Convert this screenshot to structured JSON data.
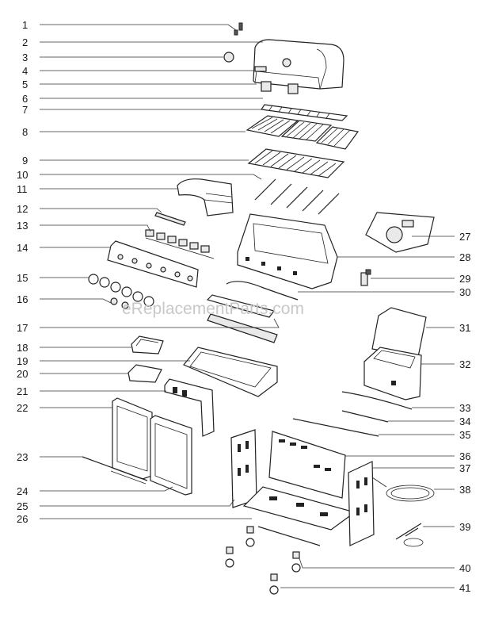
{
  "watermark": "eReplacementParts.com",
  "labels": {
    "left": [
      "1",
      "2",
      "3",
      "4",
      "5",
      "6",
      "7",
      "8",
      "9",
      "10",
      "11",
      "12",
      "13",
      "14",
      "15",
      "16",
      "17",
      "18",
      "19",
      "20",
      "21",
      "22",
      "23",
      "24",
      "25",
      "26"
    ],
    "right": [
      "27",
      "28",
      "29",
      "30",
      "31",
      "32",
      "33",
      "34",
      "35",
      "36",
      "37",
      "38",
      "39",
      "40",
      "41"
    ]
  },
  "colors": {
    "line": "#222222",
    "watermark": "#c8c8c8"
  }
}
